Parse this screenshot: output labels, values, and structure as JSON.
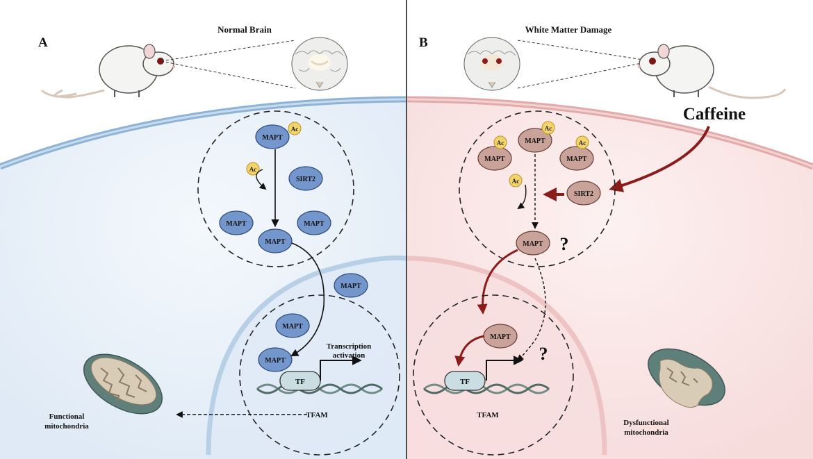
{
  "panel_a": {
    "letter": "A",
    "title": "Normal Brain",
    "mapt_label": "MAPT",
    "sirt2_label": "SIRT2",
    "ac_label": "Ac",
    "tf_label": "TF",
    "tfam_label": "TFAM",
    "transcription_line1": "Transcription",
    "transcription_line2": "activation",
    "mito_line1": "Functional",
    "mito_line2": "mitochondria"
  },
  "panel_b": {
    "letter": "B",
    "title": "White Matter Damage",
    "mapt_label": "MAPT",
    "sirt2_label": "SIRT2",
    "ac_label": "Ac",
    "tf_label": "TF",
    "tfam_label": "TFAM",
    "caffeine_label": "Caffeine",
    "question_mark": "?",
    "mito_line1": "Dysfunctional",
    "mito_line2": "mitochondria"
  },
  "colors": {
    "left_bg": "#e8f1fa",
    "right_bg": "#fbe6e6",
    "left_protein": "#7396cc",
    "right_protein": "#c9a39a",
    "caffeine_arrow": "#8b1c1c",
    "acetyl": "#f3d36b",
    "tf_fill": "#c9dde3"
  }
}
